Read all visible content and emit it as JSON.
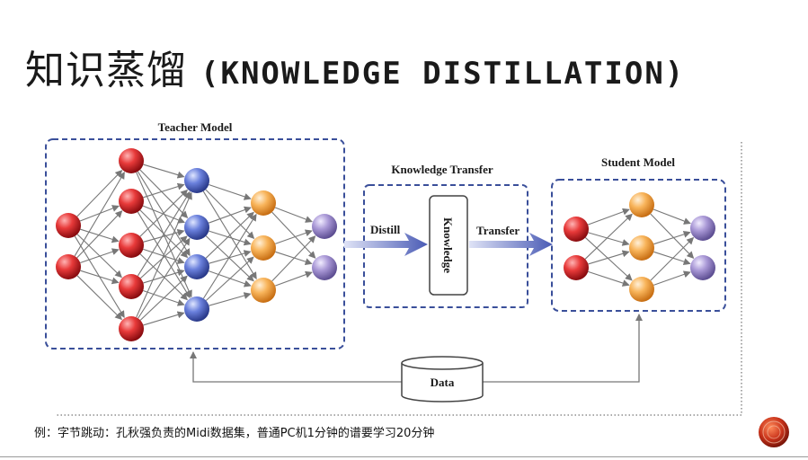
{
  "slide": {
    "title_cn": "知识蒸馏",
    "title_en": "(KNOWLEDGE DISTILLATION)",
    "footnote": "例：字节跳动：孔秋强负责的Midi数据集，普通PC机1分钟的谱要学习20分钟"
  },
  "diagram": {
    "teacher_label": "Teacher Model",
    "transfer_label": "Knowledge Transfer",
    "student_label": "Student Model",
    "distill_label": "Distill",
    "knowledge_label": "Knowledge",
    "transfer_arrow_label": "Transfer",
    "data_label": "Data"
  },
  "colors": {
    "box_border": "#3a4f9a",
    "red_node": "#d9222a",
    "blue_node": "#4d63c4",
    "orange_node": "#f5a23c",
    "purple_node": "#8e7dbf",
    "arrow_fill": "#5a6bbf",
    "connector": "#777777"
  },
  "icons": {
    "logo": "red-orb-logo-icon"
  }
}
